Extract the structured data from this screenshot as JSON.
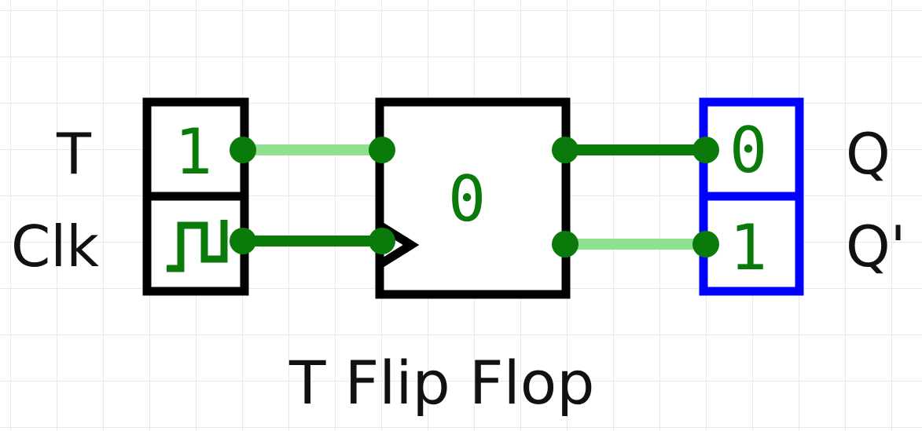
{
  "title": "T Flip Flop",
  "inputs": {
    "t_label": "T",
    "t_value": "1",
    "clk_label": "Clk"
  },
  "flipflop": {
    "state": "0"
  },
  "outputs": {
    "q_label": "Q",
    "q_value": "0",
    "qbar_label": "Q'",
    "qbar_value": "1"
  },
  "colors": {
    "wire_high": "#8fe08f",
    "wire_low": "#0a7a0a",
    "value_text": "#0a7a0a",
    "input_border": "#000000",
    "output_border": "#0000ff",
    "gate_border": "#000000"
  },
  "icons": {
    "clock_source": "square-wave-icon"
  }
}
